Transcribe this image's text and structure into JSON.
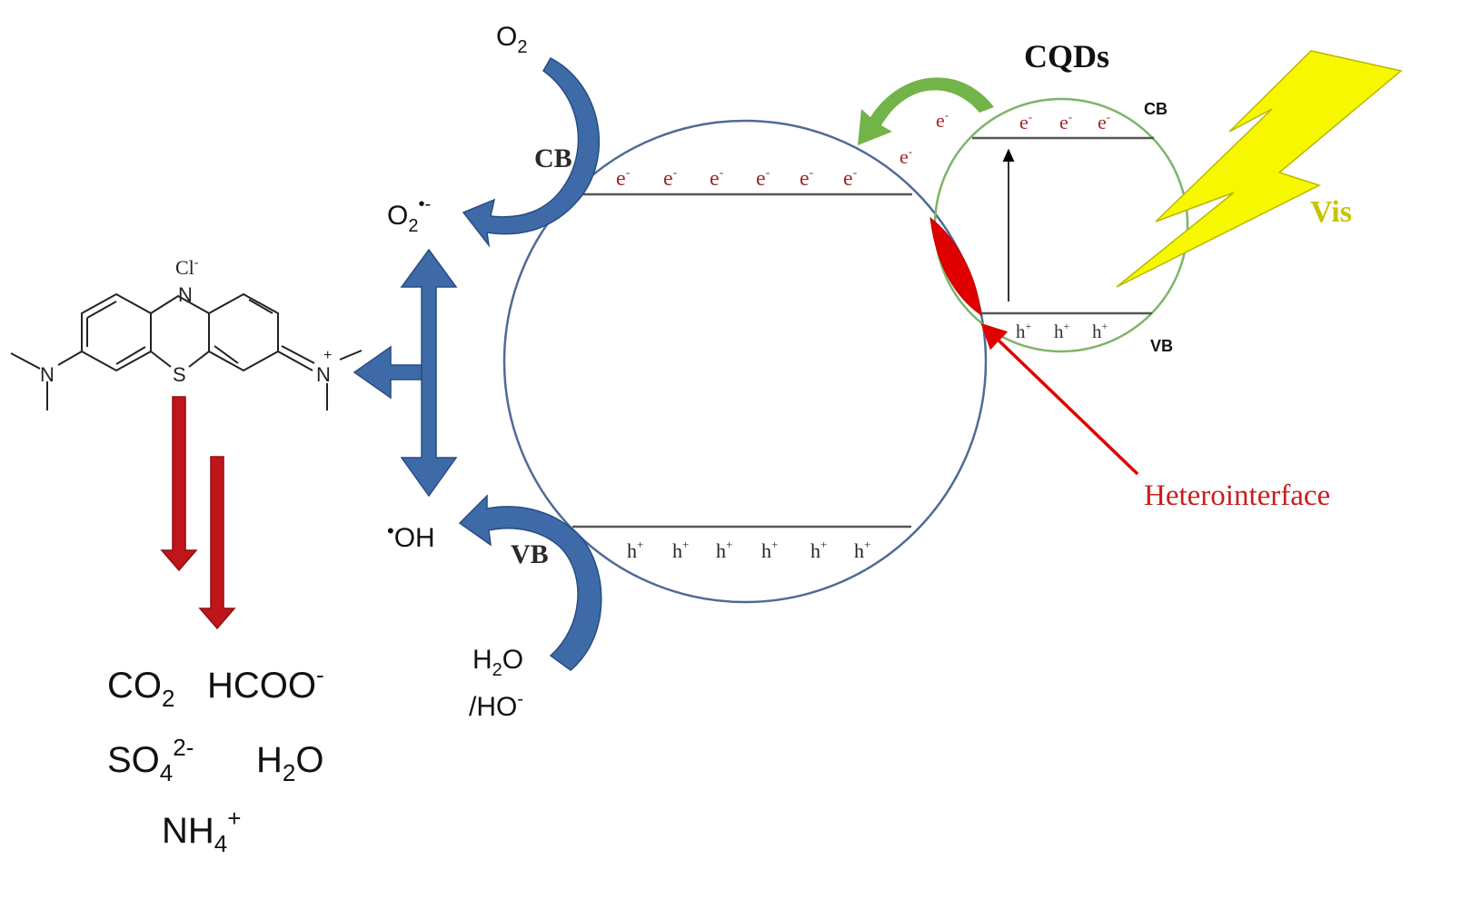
{
  "cqd_title": "CQDs",
  "light_label": "Vis",
  "heterointerface_label": "Heterointerface",
  "main_particle": {
    "cb_label": "CB",
    "vb_label": "VB",
    "electron": {
      "base": "e",
      "sup": "-"
    },
    "hole": {
      "base": "h",
      "sup": "+"
    }
  },
  "cqd": {
    "cb_label": "CB",
    "vb_label": "VB",
    "electron": {
      "base": "e",
      "sup": "-"
    },
    "hole": {
      "base": "h",
      "sup": "+"
    }
  },
  "transfer_electron": {
    "base": "e",
    "sup": "-"
  },
  "species": {
    "o2": {
      "base": "O",
      "sub": "2"
    },
    "superoxide": {
      "base": "O",
      "sub": "2",
      "sup": "•-"
    },
    "hydroxyl_radical": {
      "pre": "•",
      "base": "OH"
    },
    "water_line1": {
      "base": "H",
      "sub": "2",
      "tail": "O"
    },
    "water_line2": {
      "base": "/HO",
      "sup": "-"
    }
  },
  "molecule": {
    "chloride": {
      "base": "Cl",
      "sup": "-"
    },
    "n_top": "N",
    "s_atom": "S",
    "n_left": "N",
    "n_right": "N",
    "n_right_charge": "+"
  },
  "products": {
    "co2": {
      "base": "CO",
      "sub": "2"
    },
    "formate": {
      "base": "HCOO",
      "sup": "-"
    },
    "sulfate": {
      "base": "SO",
      "sub": "4",
      "sup": "2-"
    },
    "water": {
      "base": "H",
      "sub": "2",
      "tail": "O"
    },
    "ammonium": {
      "base": "NH",
      "sub": "4",
      "sup": "+"
    }
  },
  "colors": {
    "circle_outline": "#4f6a96",
    "cqd_outline": "#7fb36a",
    "blue_arrow": "#3f6aa8",
    "blue_arrow_edge": "#274d82",
    "green_arrow": "#72b447",
    "red": "#e00000",
    "dark_red": "#c0161b",
    "electron_text": "#a0282d",
    "lightning": "#f7f700",
    "vis_text": "#c9c400",
    "heterointerface_text": "#c81e1e"
  }
}
